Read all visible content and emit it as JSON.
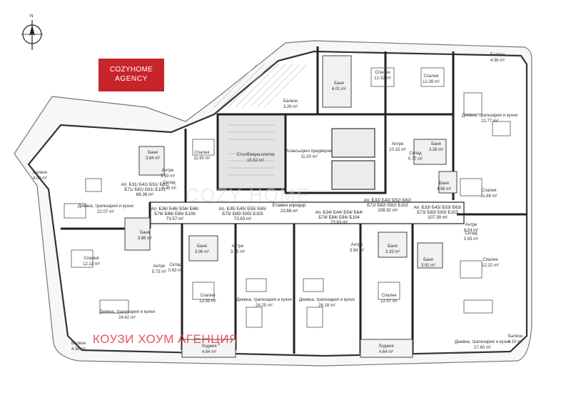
{
  "brand": {
    "line1": "COZYHOME",
    "line2": "AGENCY",
    "watermark": "КОУЗИ ХОУМ АГЕНЦИЯ",
    "watermark_faint": "COZY HOME",
    "color": "#c8242b"
  },
  "compass": {
    "letter": "N"
  },
  "labels": {
    "balcony_top_right": "Балкон",
    "balcony_top_right_area": "4.36 m²",
    "balcony_mid": "Балкон",
    "balcony_mid_area": "3.26 m²",
    "balcony_left": "Балкон",
    "balcony_left_area": "4.09 m²",
    "balcony_bottom_left": "Балкон",
    "balcony_bottom_left_area": "4.36 m²",
    "balcony_bottom_right": "Балкон",
    "balcony_bottom_right_area": "4.10 m²",
    "bath_top": "Баня",
    "bath_top_area": "6.01 m²",
    "bed_top1": "Спалня",
    "bed_top1_area": "12.32 m²",
    "bed_top2": "Спалня",
    "bed_top2_area": "12.38 m²",
    "living_top_right": "Дневна, трапезария и кухня",
    "living_top_right_area": "22.77 m²",
    "bed_left_top": "Спалня",
    "bed_left_top_area": "11.90 m²",
    "bath_left_top": "Баня",
    "bath_left_top_area": "3.84 m²",
    "antre_left_top": "Антре",
    "antre_left_top_area": "3.50 m²",
    "storage_left_top": "Склад",
    "storage_left_top_area": "0.45 m²",
    "stair": "Стълбищна клетка",
    "stair_area": "15.52 m²",
    "elevator": "Асансьорно предверие",
    "elevator_area": "11.00 m²",
    "antre_right_top": "Антре",
    "antre_right_top_area": "10.15 m²",
    "bath_right_top": "Баня",
    "bath_right_top_area": "3.28 m²",
    "storage_right_top": "Склад",
    "storage_right_top_area": "0.77 m²",
    "bath_right2": "Баня",
    "bath_right2_area": "4.56 m²",
    "bed_right_mid": "Спалня",
    "bed_right_mid_area": "11.86 m²",
    "living_left": "Дневна, трапезария и кухня",
    "living_left_area": "22.07 m²",
    "apt_left_top": "Ап. Б31/ Б41/ Б51/ Б61/",
    "apt_left_top2": "Б71/ Б81/ Б91/ Б101",
    "apt_left_top_area": "68.36 m²",
    "apt_b36": "Ап. Б36/ Б46/ Б56/ Б66/",
    "apt_b36_2": "Б76/ Б86/ Б96/ Б106",
    "apt_b36_area": "73.57 m²",
    "apt_b35": "Ап. Б35/ Б45/ Б55/ Б65/",
    "apt_b35_2": "Б75/ Б85/ Б95/ Б105",
    "apt_b35_area": "73.83 m²",
    "corridor": "Етажен коридор",
    "corridor_area": "23.88 m²",
    "apt_b34": "Ап. Б34/ Б44/ Б54/ Б64/",
    "apt_b34_2": "Б74/ Б84/ Б94/ Б104",
    "apt_b34_area": "73.83 m²",
    "apt_b32": "Ап. Б32/ Б42/ Б52/ Б62/",
    "apt_b32_2": "Б72/ Б82/ Б92/ Б102",
    "apt_b32_area": "108.32 m²",
    "apt_b33": "Ап. Б33/ Б43/ Б53/ Б63/",
    "apt_b33_2": "Б73/ Б83/ Б93/ Б103",
    "apt_b33_area": "107.39 m²",
    "bath_l2": "Баня",
    "bath_l2_area": "3.86 m²",
    "bed_l2": "Спалня",
    "bed_l2_area": "12.13 m²",
    "antre_l2": "Антре",
    "antre_l2_area": "5.73 m²",
    "storage_l2": "Склад",
    "storage_l2_area": "0.63 m²",
    "living_l2": "Дневна, трапезария и кухня",
    "living_l2_area": "24.42 m²",
    "bath_c1": "Баня",
    "bath_c1_area": "3.06 m²",
    "antre_c1": "Антре",
    "antre_c1_area": "3.75 m²",
    "bed_c1": "Спалня",
    "bed_c1_area": "12.99 m²",
    "living_c1": "Дневна, трапезария и кухня",
    "living_c1_area": "26.25 m²",
    "loggia_c1": "Лоджия",
    "loggia_c1_area": "4.64 m²",
    "living_c2": "Дневна, трапезария и кухня",
    "living_c2_area": "26.18 m²",
    "antre_c2": "Антре",
    "antre_c2_area": "3.94 m²",
    "bath_c2": "Баня",
    "bath_c2_area": "3.33 m²",
    "bed_c2": "Спалня",
    "bed_c2_area": "12.97 m²",
    "loggia_c2": "Лоджия",
    "loggia_c2_area": "4.64 m²",
    "antre_r2": "Антре",
    "antre_r2_area": "8.54 m²",
    "storage_r2": "Склад",
    "storage_r2_area": "0.63 m²",
    "bath_r2": "Баня",
    "bath_r2_area": "3.91 m²",
    "bed_r2": "Спалня",
    "bed_r2_area": "12.22 m²",
    "living_r2": "Дневна, трапезария и кухня",
    "living_r2_area": "27.60 m²"
  }
}
